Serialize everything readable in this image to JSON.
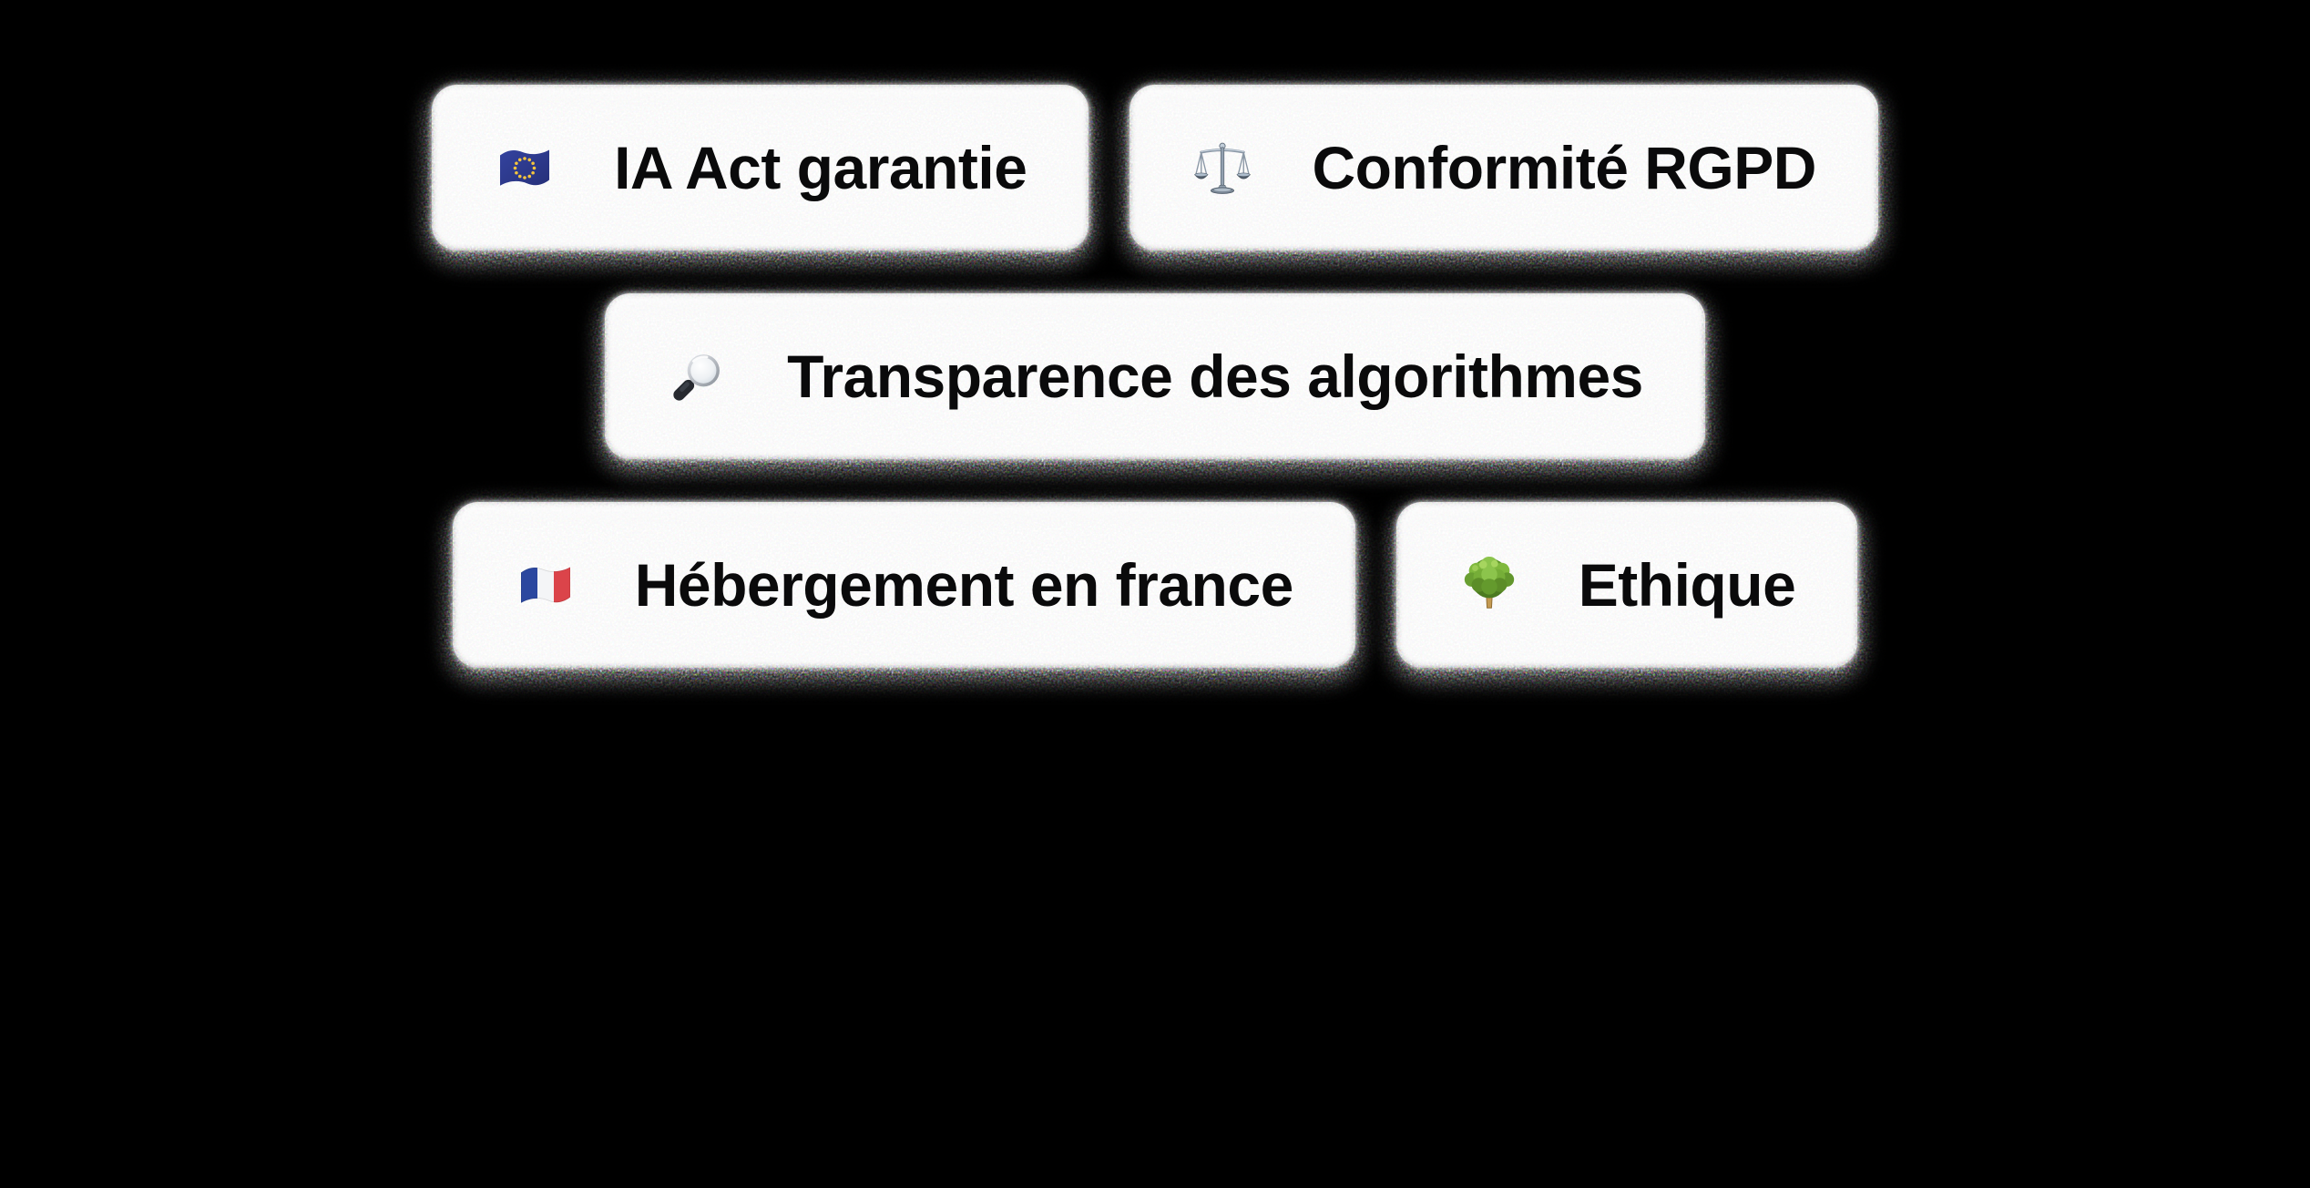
{
  "page": {
    "background_color": "#000000"
  },
  "badges": [
    {
      "icon": "eu-flag-icon",
      "label": "IA Act garantie"
    },
    {
      "icon": "scales-icon",
      "label": "Conformité RGPD"
    },
    {
      "icon": "magnifier-icon",
      "label": "Transparence des algorithmes"
    },
    {
      "icon": "french-flag-icon",
      "label": "Hébergement en france"
    },
    {
      "icon": "tree-icon",
      "label": "Ethique"
    }
  ],
  "style": {
    "card_background": "#ffffff",
    "text_color": "#0a0a0b",
    "shadow_glow_color": "#ffffff",
    "eu_flag_blue": "#2b3a94",
    "star_yellow": "#f5c53d",
    "france_blue": "#2b479f",
    "france_white": "#f4f5f7",
    "france_red": "#db444a",
    "tree_green": "#76ae38",
    "tree_trunk_brown": "#c49a52",
    "scales_steel": "#92a0af",
    "magnifier_handle": "#26292f"
  }
}
